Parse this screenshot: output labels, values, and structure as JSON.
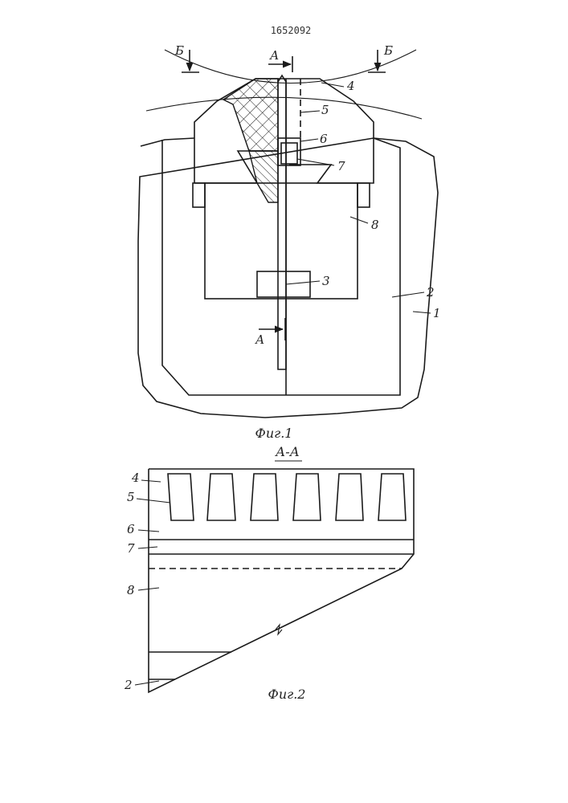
{
  "patent_number": "1652092",
  "figure1": {
    "caption": "Фиг.1",
    "section_mark": "А",
    "view_mark": "Б",
    "part_labels": {
      "p1": "1",
      "p2": "2",
      "p3": "3",
      "p4": "4",
      "p5": "5",
      "p6": "6",
      "p7": "7",
      "p8": "8"
    }
  },
  "figure2": {
    "caption": "Фиг.2",
    "section_title": "А-А",
    "part_labels": {
      "p2": "2",
      "p4": "4",
      "p5": "5",
      "p6": "6",
      "p7": "7",
      "p8": "8"
    }
  }
}
